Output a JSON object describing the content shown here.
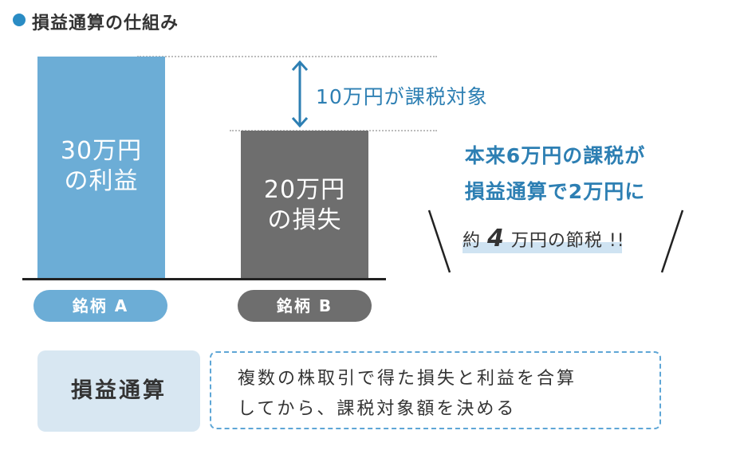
{
  "header": {
    "title": "損益通算の仕組み"
  },
  "bars": [
    {
      "label": "30万円\nの利益",
      "stock": "銘柄 A",
      "value_man_yen": 30
    },
    {
      "label": "20万円\nの損失",
      "stock": "銘柄 B",
      "value_man_yen": 20
    }
  ],
  "arrow_label": "10万円が課税対象",
  "callout": {
    "line1": "本来6万円の課税が",
    "line2": "損益通算で2万円に",
    "saving_prefix": "約",
    "saving_number": "4",
    "saving_suffix": "万円の節税 !!"
  },
  "definition": {
    "term": "損益通算",
    "line1": "複数の株取引で得た損失と利益を合算",
    "line2": "してから、課税対象額を決める"
  },
  "colors": {
    "accent_blue": "#2d7fb3",
    "bar_blue": "#6cadd6",
    "bar_gray": "#6e6e6e",
    "light_blue": "#d8e7f2"
  }
}
